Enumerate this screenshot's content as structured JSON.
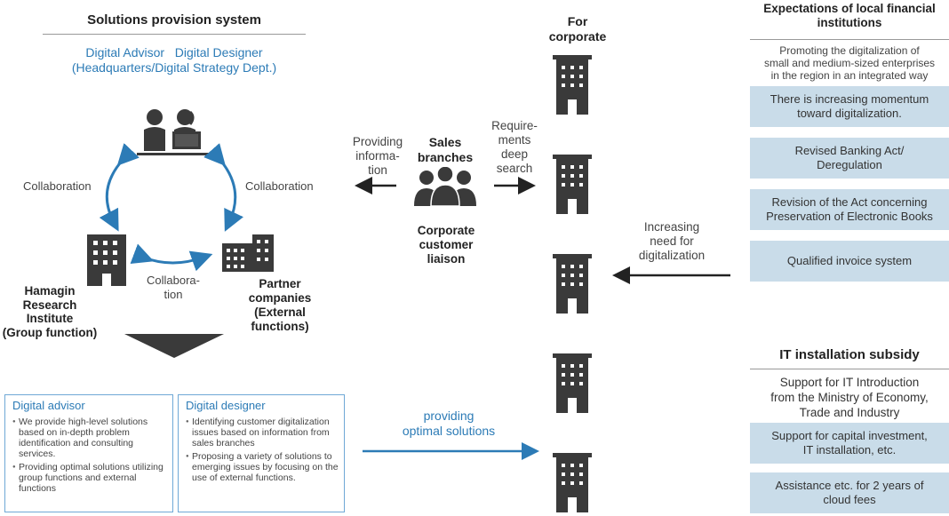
{
  "left": {
    "title": "Solutions provision system",
    "digital_roles": "Digital Advisor   Digital Designer",
    "dept": "(Headquarters/Digital Strategy Dept.)",
    "collab_left": "Collaboration",
    "collab_right": "Collaboration",
    "collab_bottom": "Collabora-\ntion",
    "hamagin": "Hamagin\nResearch\nInstitute\n(Group function)",
    "partner_title": "Partner\ncompanies",
    "partner_sub": "(External\nfunctions)"
  },
  "panels": {
    "advisor": {
      "title": "Digital advisor",
      "bullets": [
        "We provide high-level solutions based on in-depth problem identification and consulting services.",
        "Providing optimal solutions utilizing group functions and external functions"
      ]
    },
    "designer": {
      "title": "Digital designer",
      "bullets": [
        "Identifying customer digitalization issues based on information from sales branches",
        "Proposing a variety of solutions to emerging issues by focusing on the use of external functions."
      ]
    }
  },
  "middle": {
    "providing_info": "Providing\ninforma-\ntion",
    "sales": "Sales\nbranches",
    "corporate_liaison": "Corporate\ncustomer\nliaison",
    "requirements": "Require-\nments\ndeep\nsearch",
    "providing_solutions": "providing\noptimal solutions"
  },
  "corporate": {
    "title": "For\ncorporate",
    "increasing_need": "Increasing\nneed for\ndigitalization"
  },
  "expectations": {
    "title": "Expectations of local financial\ninstitutions",
    "note": "Promoting the digitalization of\nsmall and medium-sized enterprises\nin the region in an integrated way",
    "items": [
      "There is increasing momentum\ntoward digitalization.",
      "Revised Banking Act/\nDeregulation",
      "Revision of the Act concerning\nPreservation of Electronic Books",
      "Qualified invoice system"
    ]
  },
  "subsidy": {
    "title": "IT installation subsidy",
    "note": "Support for IT Introduction\nfrom the Ministry of Economy,\nTrade and Industry",
    "items": [
      "Support for capital investment,\nIT installation, etc.",
      "Assistance etc. for 2 years of\ncloud fees"
    ]
  },
  "colors": {
    "accent_blue": "#2c7bb6",
    "box_fill": "#c9dce9",
    "icon_dark": "#3a3a3a"
  }
}
